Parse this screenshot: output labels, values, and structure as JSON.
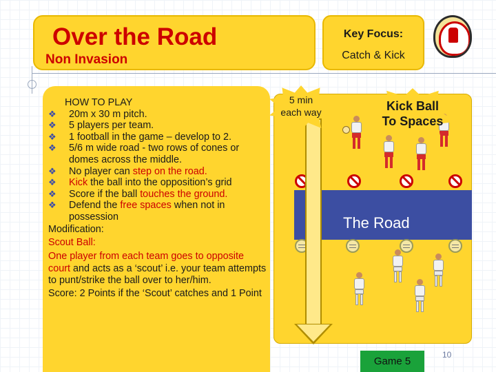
{
  "header": {
    "title": "Over the Road",
    "subtitle": "Non Invasion"
  },
  "key_focus": {
    "title": "Key Focus:",
    "text": "Catch & Kick"
  },
  "rules": {
    "heading": "HOW TO PLAY",
    "bullets": [
      "20m x 30 m pitch.",
      "5 players per team.",
      "1 football in the game – develop to 2.",
      "5/6 m wide road - two rows of cones or domes across the middle."
    ],
    "bullet5_prefix": "No player can ",
    "bullet5_red": "step on the road.",
    "bullet6_red": "Kick",
    "bullet6_suffix": " the ball into the opposition’s grid",
    "bullet7_prefix": "Score if the ball ",
    "bullet7_red": "touches the ground.",
    "bullet8_prefix": "Defend the ",
    "bullet8_red": "free spaces",
    "bullet8_suffix": " when not in possession",
    "modification_label": "Modification:",
    "scout_label": "Scout Ball:",
    "scout_line1": "One player from each team goes to opposite",
    "scout_line2_red": "court",
    "scout_line2": " and acts as a ‘scout’ i.e. your team attempts to punt/strike the ball over to her/him.",
    "score_line": "Score: 2 Points if the ‘Scout’ catches and 1 Point"
  },
  "burst_time": {
    "line1": "5 min",
    "line2": "each way"
  },
  "burst_kick": {
    "line1": "Kick Ball",
    "line2": "To Spaces"
  },
  "road_label": "The Road",
  "game_button": "Game 5",
  "slide_number": "10",
  "icons": {
    "crest": "club-crest-icon",
    "cone_blocked": "no-entry-cone-icon",
    "cone_dome": "dome-icon"
  },
  "colors": {
    "panel_yellow": "#ffd52e",
    "title_red": "#cc0000",
    "road_blue": "#3c4ea2",
    "button_green": "#1aa23a"
  }
}
